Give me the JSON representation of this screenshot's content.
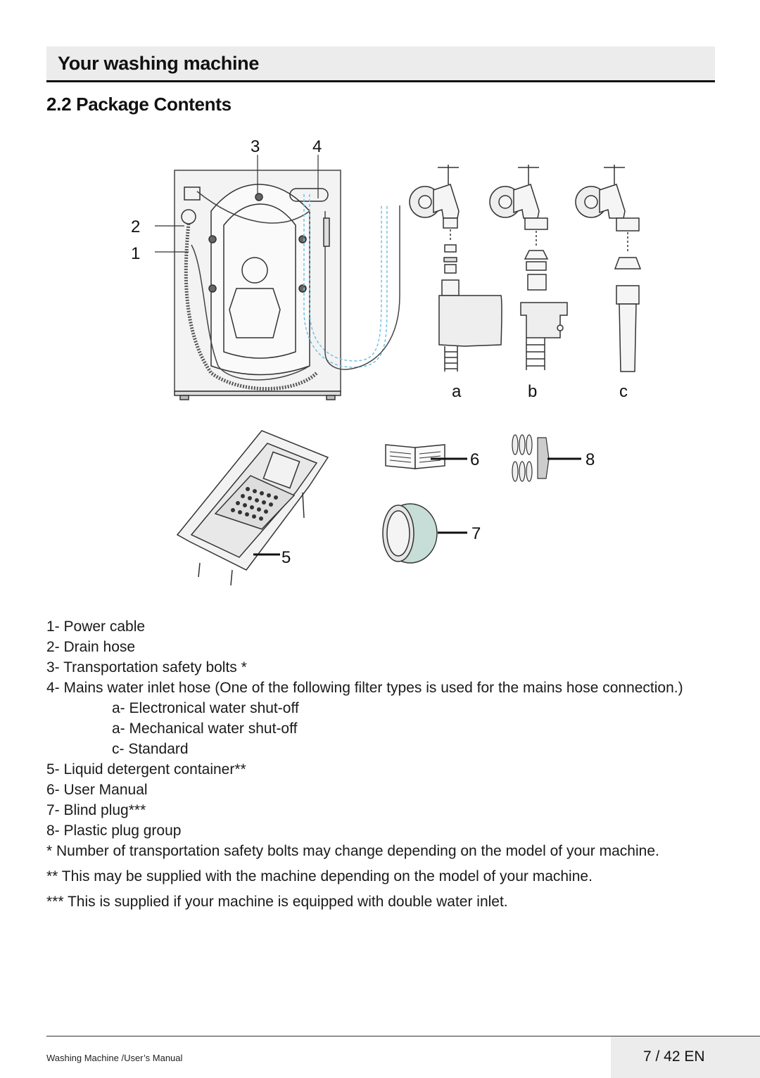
{
  "header": {
    "title": "Your washing machine"
  },
  "section": {
    "title": "2.2 Package Contents"
  },
  "figure": {
    "callouts": [
      "1",
      "2",
      "3",
      "4",
      "5",
      "6",
      "7",
      "8"
    ],
    "filter_labels": [
      "a",
      "b",
      "c"
    ]
  },
  "items": [
    "1- Power cable",
    "2- Drain hose",
    "3- Transportation safety bolts *",
    "4- Mains water inlet hose (One of the following filter types is used for the mains hose connection.)"
  ],
  "subitems": [
    "a- Electronical water shut-off",
    "a- Mechanical water shut-off",
    "c- Standard"
  ],
  "items2": [
    "5- Liquid detergent container**",
    "6- User Manual",
    "7- Blind plug***",
    "8- Plastic plug group"
  ],
  "notes": [
    "* Number of transportation safety bolts may change depending on the model of your machine.",
    "** This may be supplied with the machine depending on the model of your machine.",
    "*** This is supplied if your machine is equipped with double water inlet."
  ],
  "footer": {
    "left": "Washing Machine /User’s Manual",
    "page": "7 / 42  EN"
  }
}
